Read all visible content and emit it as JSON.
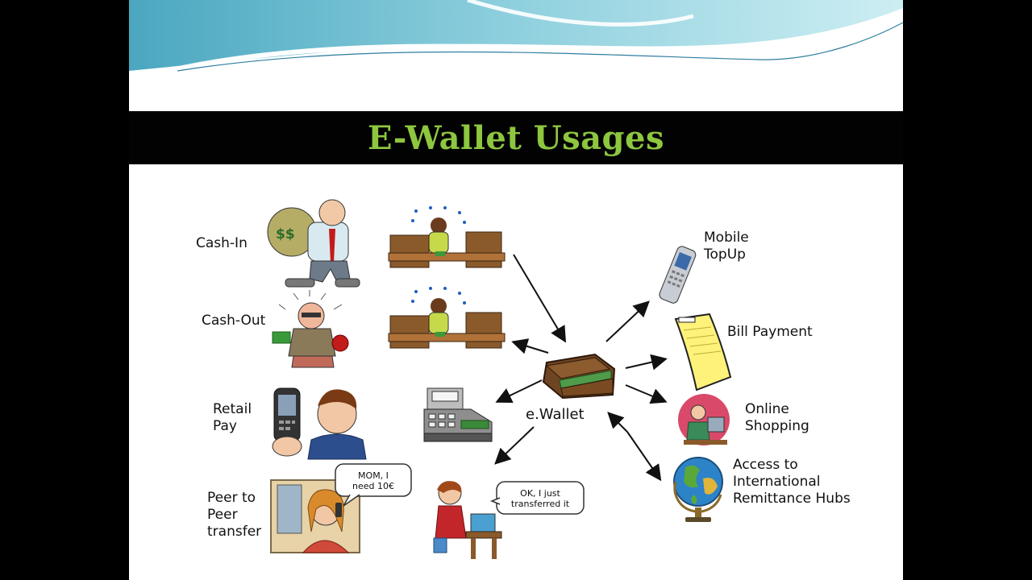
{
  "title": "E-Wallet Usages",
  "center": {
    "label": "e.Wallet"
  },
  "left_items": {
    "cash_in": "Cash-In",
    "cash_out": "Cash-Out",
    "retail_pay": "Retail\nPay",
    "p2p": "Peer to\nPeer\ntransfer"
  },
  "right_items": {
    "mobile_topup": "Mobile\nTopUp",
    "bill_payment": "Bill Payment",
    "online_shopping": "Online\nShopping",
    "remittance": "Access to\nInternational\nRemittance Hubs"
  },
  "bubbles": {
    "request": "MOM, I\nneed 10€",
    "reply": "OK, I just\ntransferred it"
  },
  "icons": [
    "money-bag-man-icon",
    "bank-teller-icon",
    "cash-out-man-icon",
    "bank-teller-2-icon",
    "phone-man-icon",
    "cash-register-icon",
    "wallet-icon",
    "woman-phone-icon",
    "mother-computer-icon",
    "mobile-phone-icon",
    "bill-icon",
    "online-shopping-icon",
    "globe-icon"
  ],
  "colors": {
    "title": "#8dc63f",
    "title_bar": "#020202",
    "wave": "#5fb3c9"
  }
}
